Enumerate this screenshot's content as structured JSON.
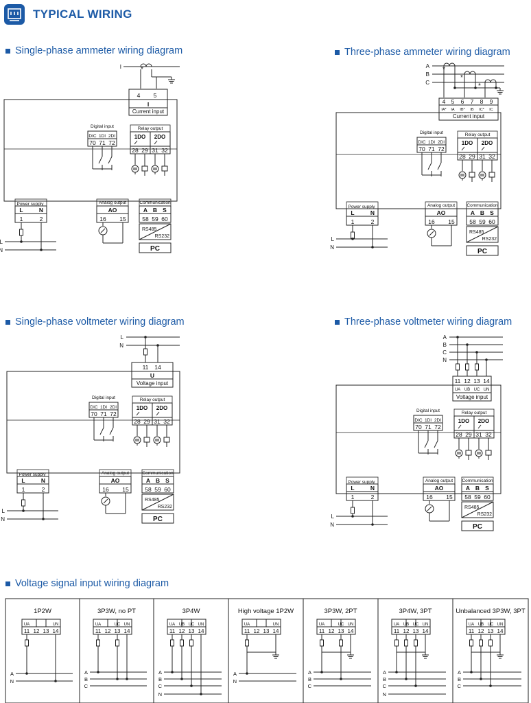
{
  "header": {
    "title": "TYPICAL WIRING"
  },
  "sections": {
    "sp_ammeter": "Single-phase ammeter wiring diagram",
    "tp_ammeter": "Three-phase ammeter wiring diagram",
    "sp_voltmeter": "Single-phase voltmeter wiring diagram",
    "tp_voltmeter": "Three-phase voltmeter wiring diagram",
    "voltage_signal": "Voltage signal input wiring diagram"
  },
  "labels": {
    "current_input": "Current input",
    "voltage_input": "Voltage input",
    "digital_input": "Digital input",
    "relay_output": "Relay output",
    "power_supply": "Power supply",
    "analog_output": "Analog output",
    "communication": "Communication",
    "rs485": "RS485",
    "rs232": "RS232",
    "pc": "PC",
    "ao": "AO",
    "do1": "1DO",
    "do2": "2DO",
    "dic": "DIC",
    "di1": "1DI",
    "di2": "2DI",
    "L": "L",
    "N": "N",
    "A": "A",
    "B": "B",
    "C": "C",
    "I": "I",
    "U": "U",
    "S": "S",
    "t70": "70",
    "t71": "71",
    "t72": "72",
    "t28": "28",
    "t29": "29",
    "t31": "31",
    "t32": "32",
    "t1": "1",
    "t2": "2",
    "t16": "16",
    "t15": "15",
    "t58": "58",
    "t59": "59",
    "t60": "60",
    "t4": "4",
    "t5": "5",
    "t6": "6",
    "t7": "7",
    "t8": "8",
    "t9": "9",
    "t11": "11",
    "t12": "12",
    "t13": "13",
    "t14": "14",
    "iaS": "IA*",
    "ia": "IA",
    "ibS": "IB*",
    "ib": "IB",
    "icS": "IC*",
    "ic": "IC",
    "ua": "UA",
    "ub": "UB",
    "uc": "UC",
    "un": "UN"
  },
  "panels": [
    "1P2W",
    "3P3W, no PT",
    "3P4W",
    "High voltage 1P2W",
    "3P3W, 2PT",
    "3P4W, 3PT",
    "Unbalanced 3P3W, 3PT"
  ]
}
